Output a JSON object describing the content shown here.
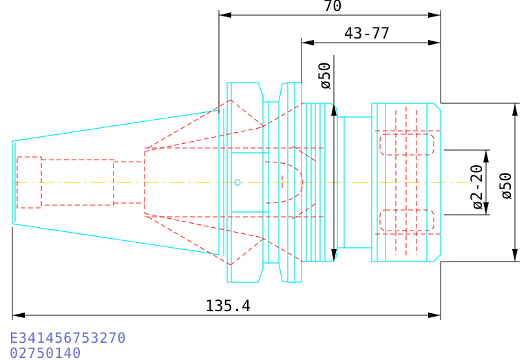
{
  "dimensions": {
    "overall_length": "70",
    "clamping_range": "43-77",
    "flange_diameter": "ø50",
    "total_length": "135.4",
    "collet_range": "ø2-20",
    "nut_diameter": "ø50"
  },
  "part_codes": {
    "line1": "E341456753270",
    "line2": "02750140"
  },
  "colors": {
    "outline": "#00e5e5",
    "hidden": "#ff1a1a",
    "centerline": "#e6d600",
    "dimension": "#000000",
    "code_text": "#6a6ad8"
  }
}
